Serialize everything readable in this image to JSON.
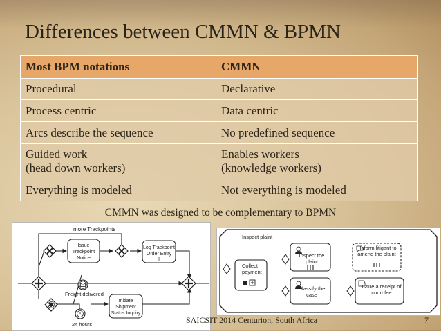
{
  "title": "Differences between CMMN & BPMN",
  "table": {
    "headers": [
      "Most BPM notations",
      "CMMN"
    ],
    "rows": [
      {
        "left": [
          "Procedural"
        ],
        "right": [
          "Declarative"
        ]
      },
      {
        "left": [
          "Process centric"
        ],
        "right": [
          "Data centric"
        ]
      },
      {
        "left": [
          "Arcs describe the sequence"
        ],
        "right": [
          "No predefined sequence"
        ]
      },
      {
        "left": [
          "Guided work",
          "(head down workers)"
        ],
        "right": [
          "Enables workers",
          "(knowledge workers)"
        ]
      },
      {
        "left": [
          "Everything is modeled"
        ],
        "right": [
          "Not everything is modeled"
        ]
      }
    ]
  },
  "caption": "CMMN was designed to be complementary to BPMN",
  "bpmn_diagram": {
    "loop_label": "more Trackpoints",
    "task_issue": [
      "Issue",
      "Trackpoint",
      "Notice"
    ],
    "task_log": [
      "Log Trackpoint",
      "Order Entry"
    ],
    "task_inquiry": [
      "Initiate",
      "Shipment",
      "Status Inquiry"
    ],
    "event_freight": "Freight delivered",
    "event_timer": "24 hours"
  },
  "cmmn_diagram": {
    "stage_label": "Inspect plaint",
    "task_collect": [
      "Collect",
      "payment"
    ],
    "task_inspect": [
      "Inspect the",
      "plaint"
    ],
    "task_inform": [
      "Inform litigant to",
      "amend the plaint"
    ],
    "task_classify": [
      "Classify the",
      "case"
    ],
    "task_receipt": [
      "Issue a receipt of",
      "court fee"
    ]
  },
  "footer": "SAICSIT 2014 Centurion, South Africa",
  "page_number": "7"
}
